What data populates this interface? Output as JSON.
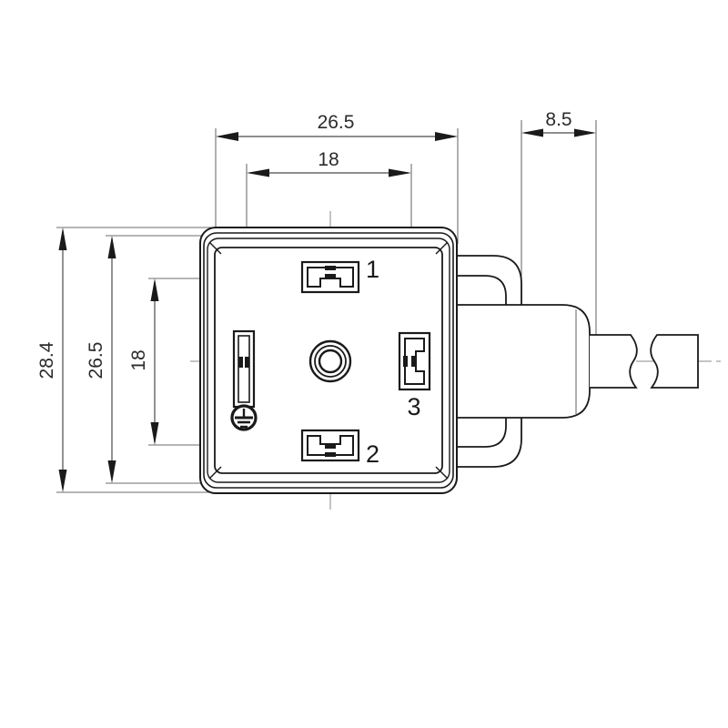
{
  "drawing": {
    "title": "Valve connector form A front view with cable",
    "background_color": "#ffffff",
    "line_color": "#1a1a1a",
    "thin_line_color": "#6e6e6e",
    "text_color": "#2b2b2b"
  },
  "dimensions": {
    "width_overall": "26.5",
    "width_inner": "18",
    "width_cable_gland": "8.5",
    "height_overall": "28.4",
    "height_inner": "26.5",
    "height_pins": "18"
  },
  "pins": {
    "pin1_label": "1",
    "pin2_label": "2",
    "pin3_label": "3",
    "ground_icon": "earth-ground-icon"
  },
  "icons": {
    "center_boss": "concentric-circle-boss-icon",
    "cable_break": "cable-break-symbol-icon"
  }
}
